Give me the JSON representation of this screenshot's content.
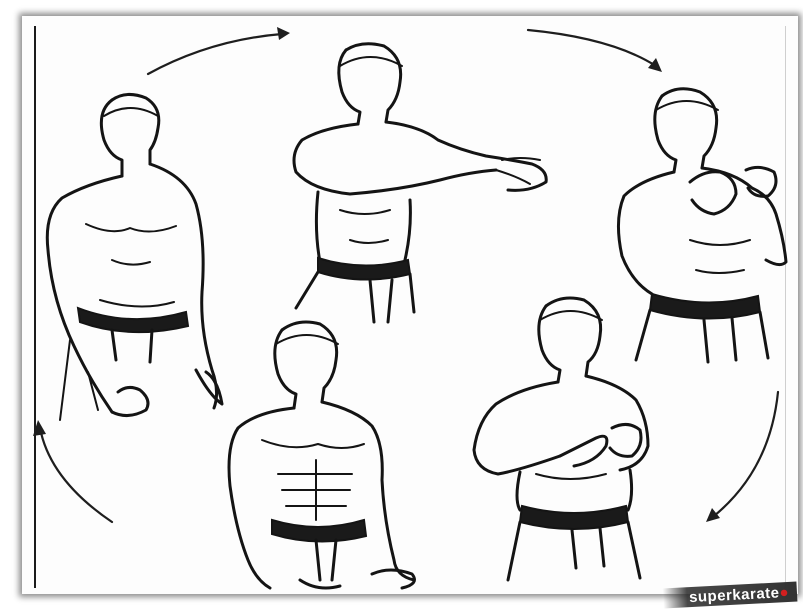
{
  "image": {
    "kind": "line-drawing",
    "figures": [
      "figure-standing-relaxed",
      "figure-arms-extended",
      "figure-palms-together-side",
      "figure-palms-at-chest",
      "figure-hands-lowered"
    ],
    "arrow_count": 4
  },
  "watermark": {
    "text": "superkarate",
    "accent_color": "#d21f1f"
  },
  "colors": {
    "ink": "#141414",
    "paper": "#fdfdfd",
    "frame_shadow": "#000000"
  }
}
